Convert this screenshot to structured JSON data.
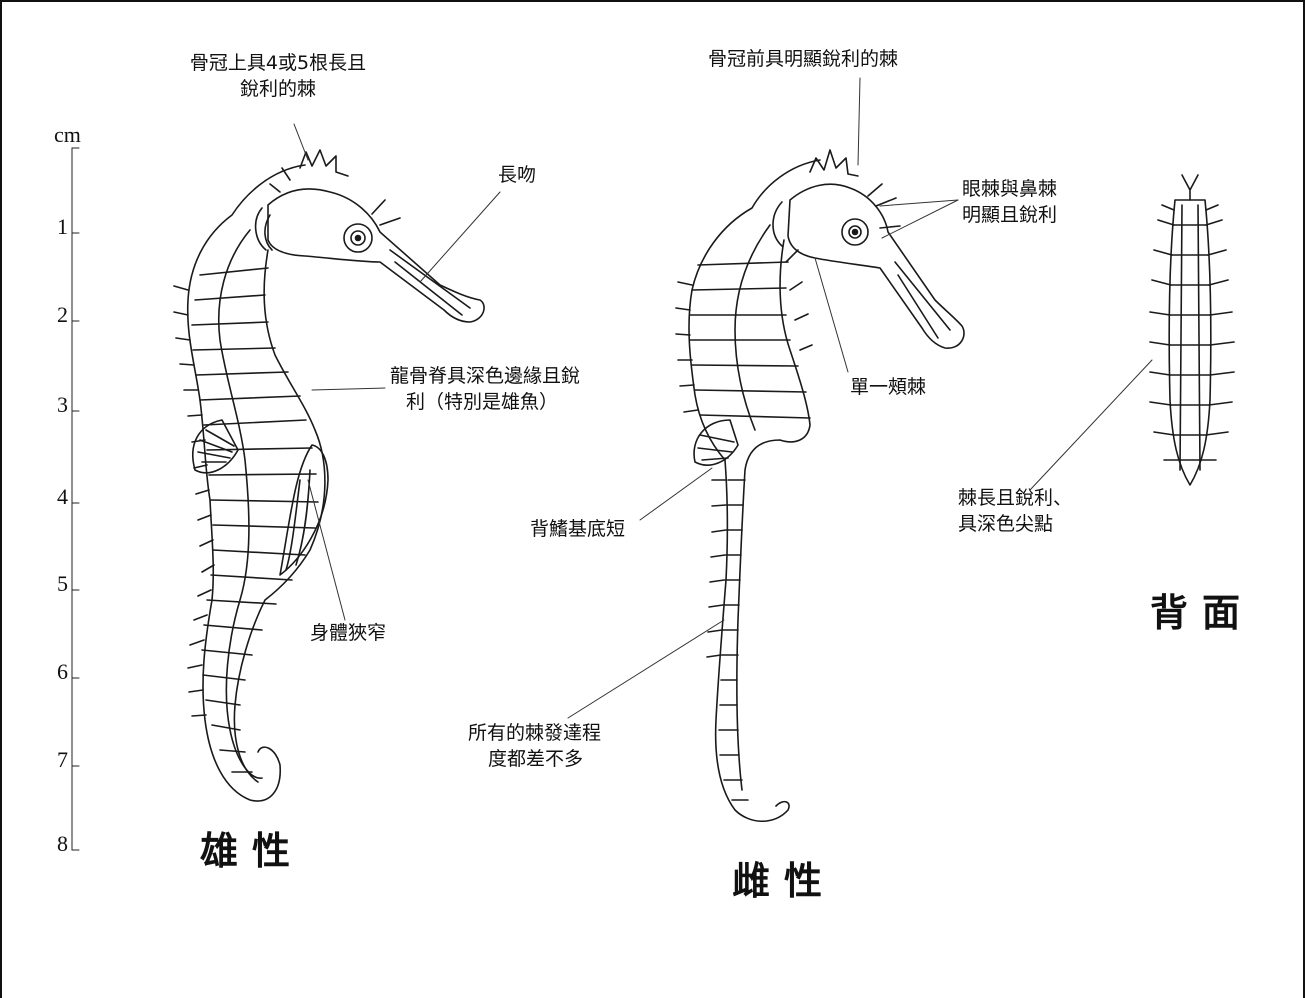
{
  "scale": {
    "unit": "cm",
    "ticks": [
      "1",
      "2",
      "3",
      "4",
      "5",
      "6",
      "7",
      "8"
    ]
  },
  "titles": {
    "male": "雄性",
    "female": "雌性",
    "dorsal": "背面"
  },
  "annotations": {
    "crest_male_line1": "骨冠上具4或5根長且",
    "crest_male_line2": "銳利的棘",
    "long_snout": "長吻",
    "keel_line1": "龍骨脊具深色邊緣且銳",
    "keel_line2": "利（特別是雄魚）",
    "narrow_body": "身體狹窄",
    "crest_female": "骨冠前具明顯銳利的棘",
    "eye_nose_line1": "眼棘與鼻棘",
    "eye_nose_line2": "明顯且銳利",
    "single_cheek": "單一頰棘",
    "dorsal_fin": "背鰭基底短",
    "spines_equal_line1": "所有的棘發達程",
    "spines_equal_line2": "度都差不多",
    "spines_long_line1": "棘長且銳利、",
    "spines_long_line2": "具深色尖點"
  }
}
